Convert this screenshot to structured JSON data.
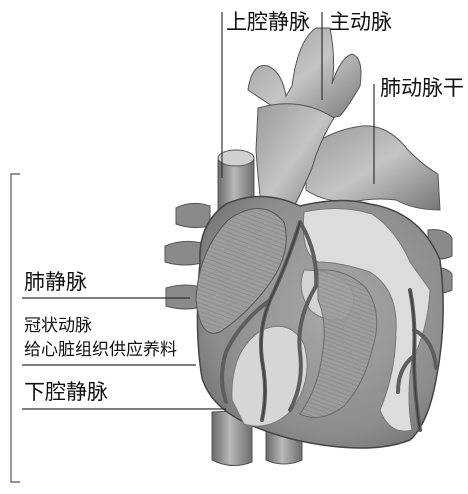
{
  "labels": {
    "svc": "上腔静脉",
    "aorta": "主动脉",
    "pulmonary_artery": "肺动脉干",
    "pulmonary_vein": "肺静脉",
    "coronary_line1": "冠状动脉",
    "coronary_line2": "给心脏组织供应养料",
    "ivc": "下腔静脉"
  }
}
